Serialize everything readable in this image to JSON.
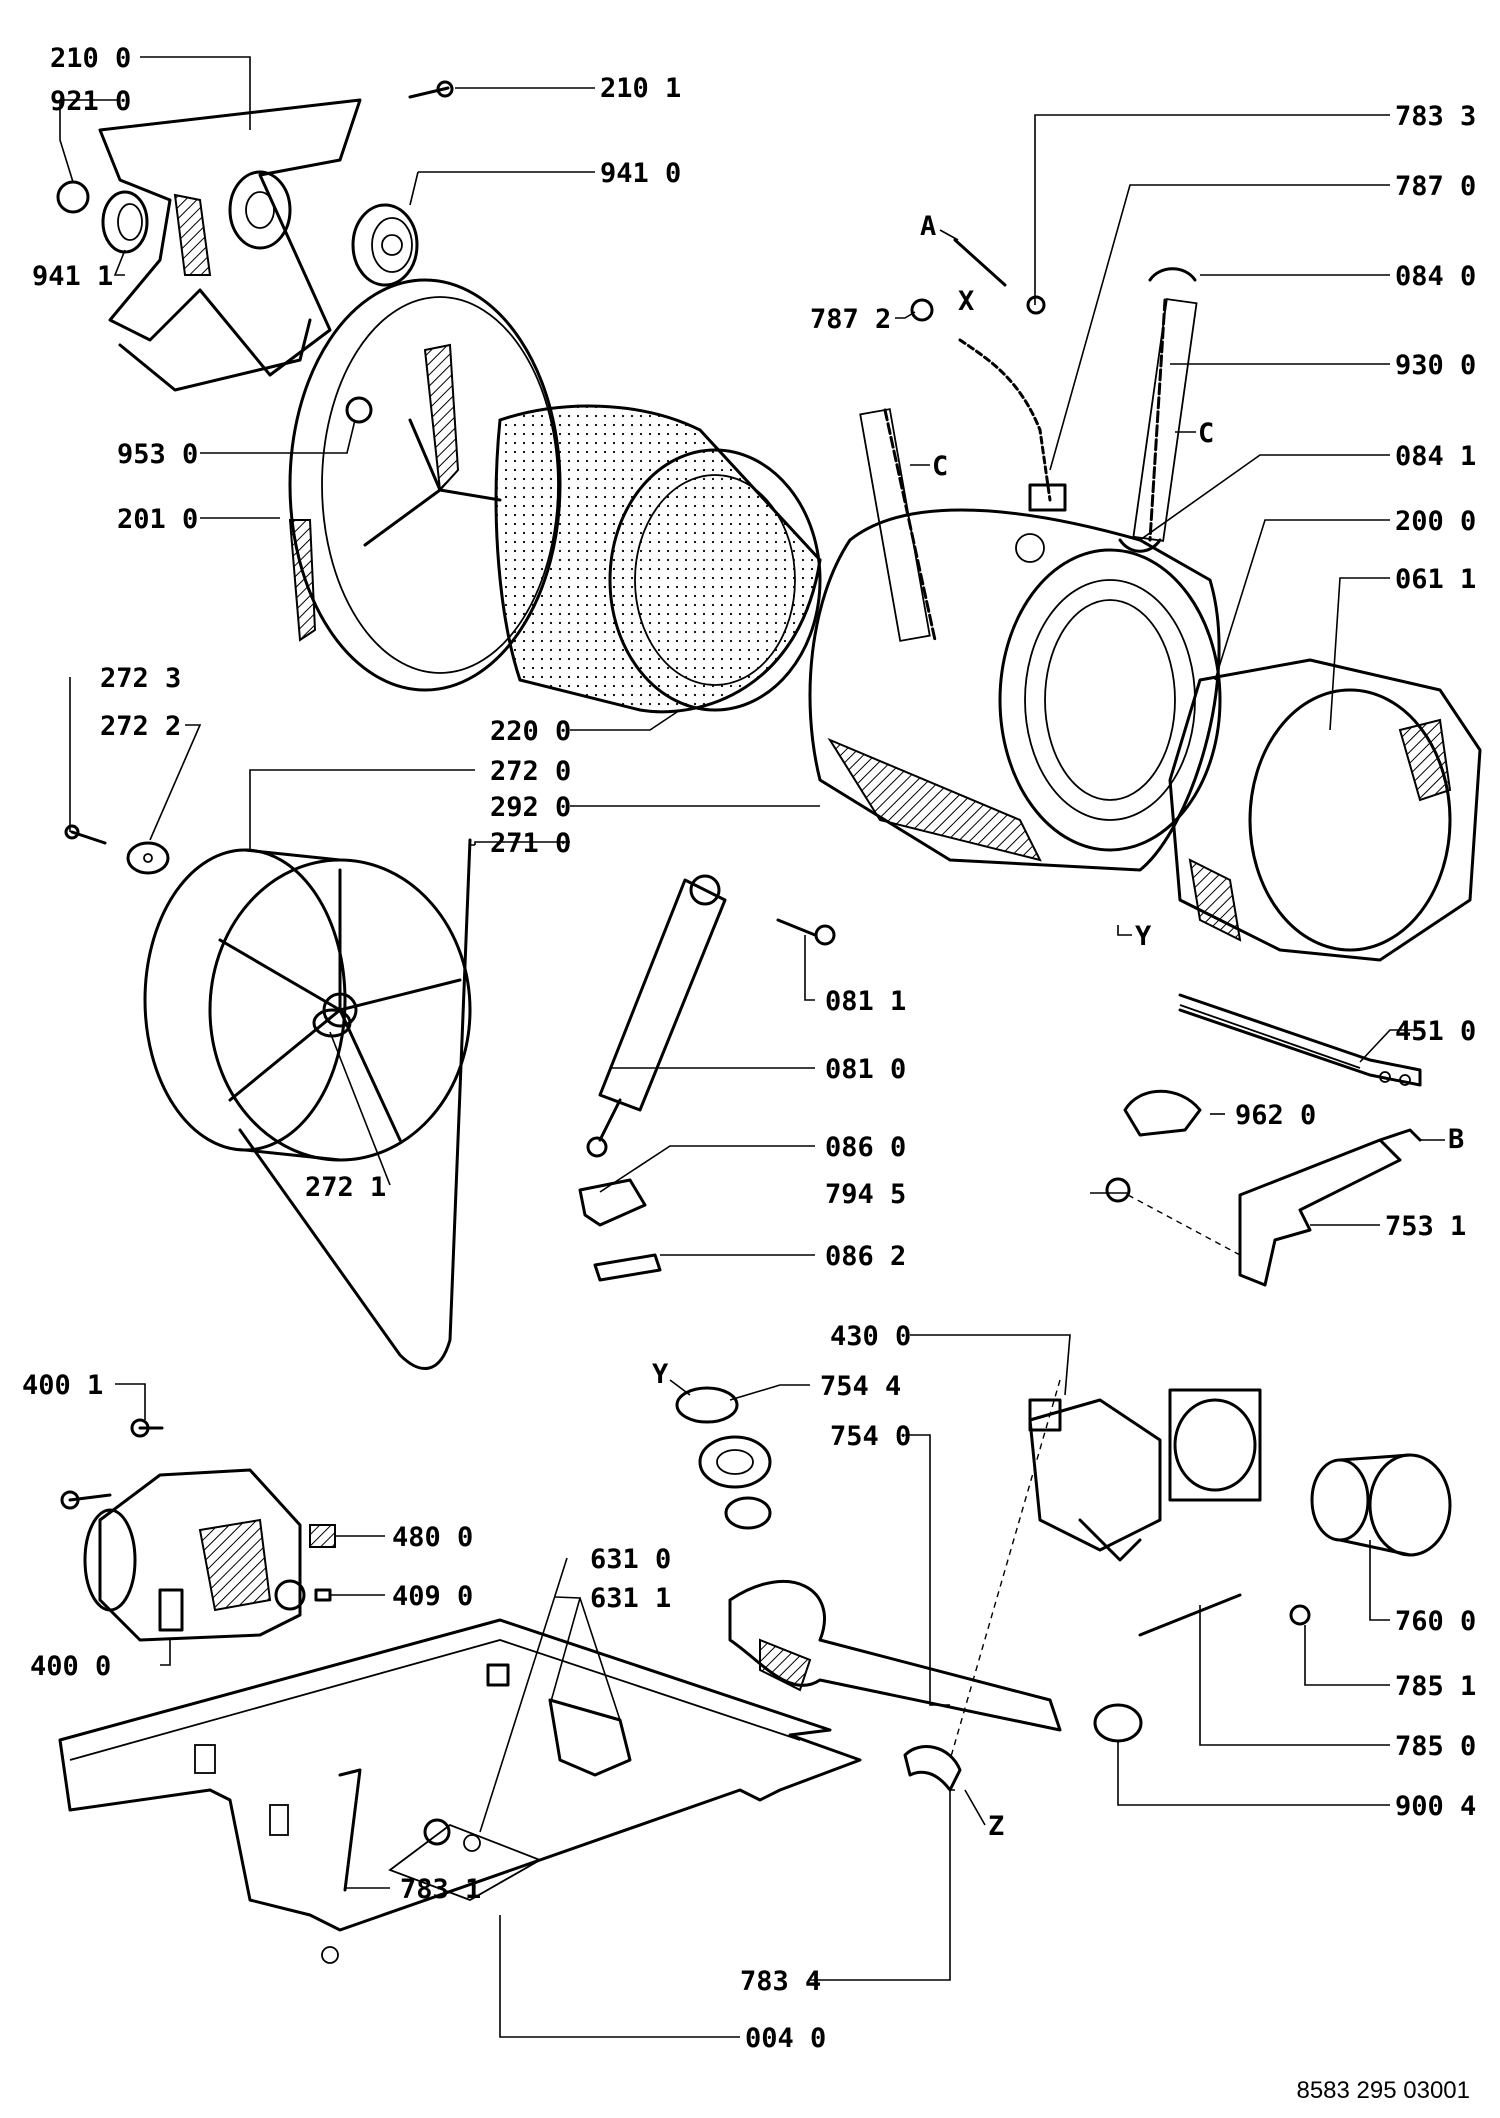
{
  "drawing_ref": "8583 295 03001",
  "labels": {
    "p2100": "210 0",
    "p9210": "921 0",
    "p2101": "210 1",
    "p9410": "941 0",
    "p9411": "941 1",
    "p7833": "783 3",
    "p7870": "787 0",
    "p0840": "084 0",
    "p7872": "787 2",
    "p9300": "930 0",
    "p9530": "953 0",
    "p0841": "084 1",
    "p2010": "201 0",
    "p2000": "200 0",
    "p0611": "061 1",
    "p2723": "272 3",
    "p2722": "272 2",
    "p2200": "220 0",
    "p2720": "272 0",
    "p2920": "292 0",
    "p2710": "271 0",
    "p0811": "081 1",
    "p4510": "451 0",
    "p0810": "081 0",
    "p9620": "962 0",
    "p0860": "086 0",
    "p2721": "272 1",
    "p7945": "794 5",
    "p7531": "753 1",
    "p0862": "086 2",
    "p4300": "430 0",
    "p4001": "400 1",
    "p7544": "754 4",
    "p7540": "754 0",
    "p4800": "480 0",
    "p6310": "631 0",
    "p4090": "409 0",
    "p6311": "631 1",
    "p7600": "760 0",
    "p4000": "400 0",
    "p7851": "785 1",
    "p7850": "785 0",
    "p9004": "900 4",
    "p7831": "783 1",
    "p7834": "783 4",
    "p0040": "004 0"
  },
  "letters": {
    "A": "A",
    "X": "X",
    "C1": "C",
    "C2": "C",
    "B": "B",
    "Y1": "Y",
    "Y2": "Y",
    "Z": "Z"
  }
}
